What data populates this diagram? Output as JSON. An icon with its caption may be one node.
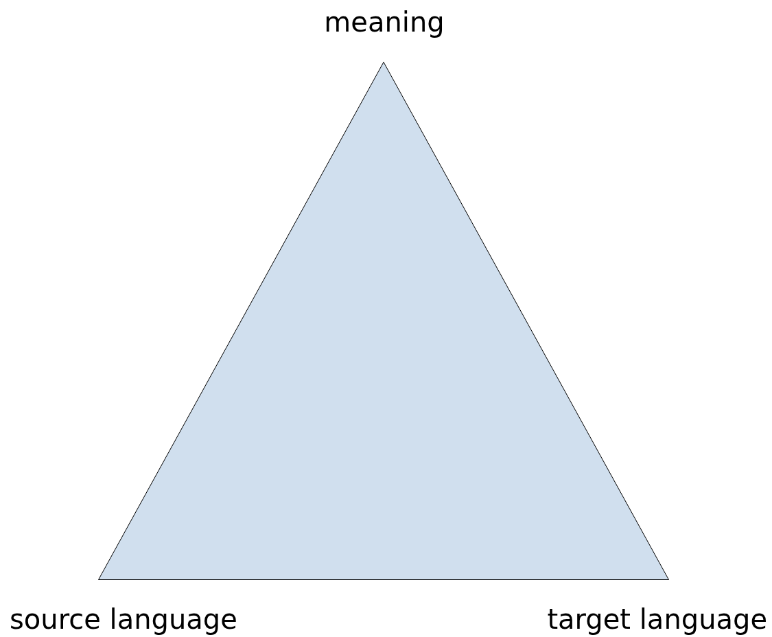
{
  "diagram": {
    "nodes": [
      {
        "text": [],
        "shape": "triangle"
      }
    ],
    "labels": [
      "meaning",
      "source language",
      "target language"
    ]
  }
}
